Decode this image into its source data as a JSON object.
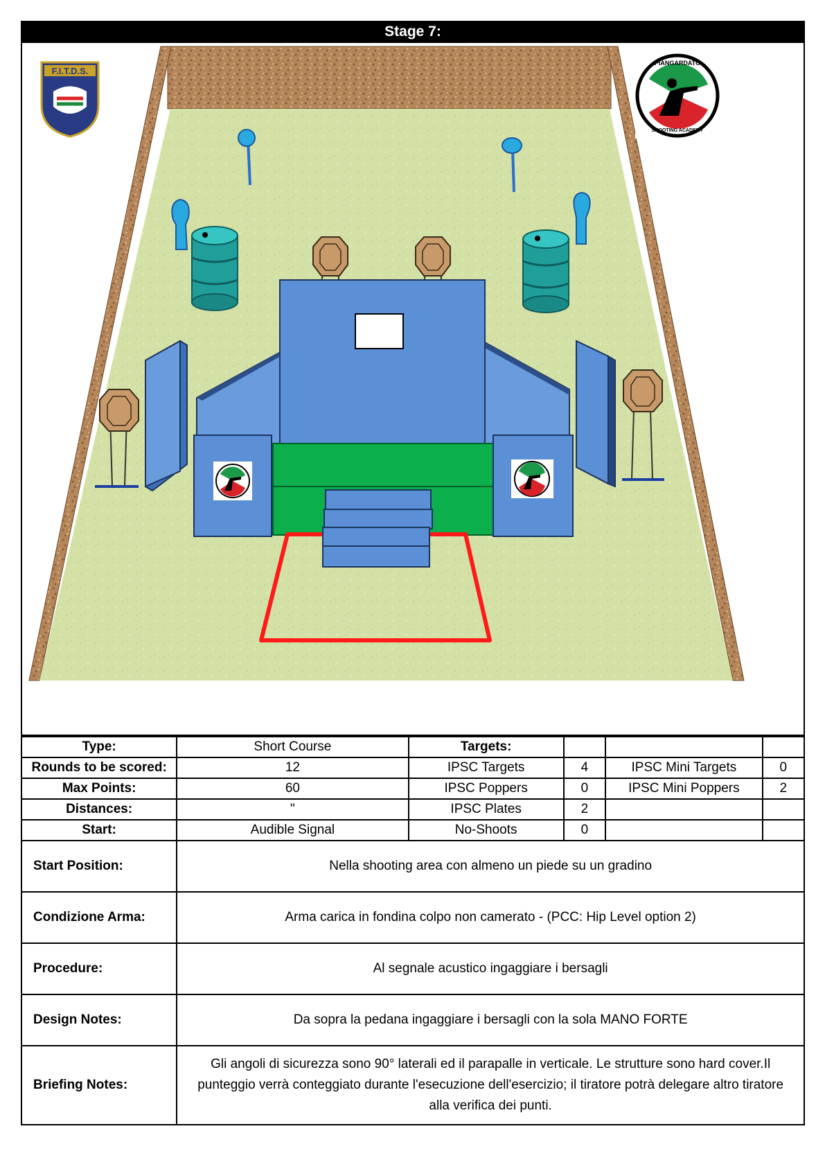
{
  "header": {
    "title": "Stage 7:"
  },
  "logos": {
    "left_text": "F.I.T.D.S.",
    "right_top": "PIANGARDATO",
    "right_bottom": "SHOOTING ACADEMY"
  },
  "colors": {
    "berm": "#b7875e",
    "ground": "#d6e3a8",
    "wall": "#5b8fd6",
    "platform": "#0bb04c",
    "barrel": "#1f9e9a",
    "steel": "#2aa8e0",
    "target": "#c89a6a",
    "shooting_area": "#ff1a1a"
  },
  "info": {
    "type_label": "Type:",
    "type_value": "Short Course",
    "targets_label": "Targets:",
    "rounds_label": "Rounds to be scored:",
    "rounds_value": "12",
    "maxpoints_label": "Max Points:",
    "maxpoints_value": "60",
    "distances_label": "Distances:",
    "distances_value": "\"",
    "start_label": "Start:",
    "start_value": "Audible Signal",
    "targets": [
      {
        "name": "IPSC Targets",
        "count": "4"
      },
      {
        "name": "IPSC Poppers",
        "count": "0"
      },
      {
        "name": "IPSC Plates",
        "count": "2"
      },
      {
        "name": "No-Shoots",
        "count": "0"
      }
    ],
    "mini": [
      {
        "name": "IPSC Mini Targets",
        "count": "0"
      },
      {
        "name": "IPSC Mini Poppers",
        "count": "2"
      }
    ]
  },
  "sections": [
    {
      "label": "Start Position:",
      "text": "Nella shooting area con almeno un piede su un gradino"
    },
    {
      "label": "Condizione Arma:",
      "text": "Arma carica in fondina colpo non camerato - (PCC: Hip Level option 2)"
    },
    {
      "label": "Procedure:",
      "text": "Al segnale acustico ingaggiare i bersagli"
    },
    {
      "label": "Design Notes:",
      "text": "Da sopra la pedana ingaggiare i bersagli con la sola MANO FORTE"
    },
    {
      "label": "Briefing Notes:",
      "text": "Gli angoli di sicurezza sono 90° laterali ed il parapalle in verticale. Le strutture sono hard cover.Il punteggio verrà conteggiato durante l'esecuzione dell'esercizio; il tiratore potrà delegare altro tiratore alla verifica  dei punti."
    }
  ]
}
